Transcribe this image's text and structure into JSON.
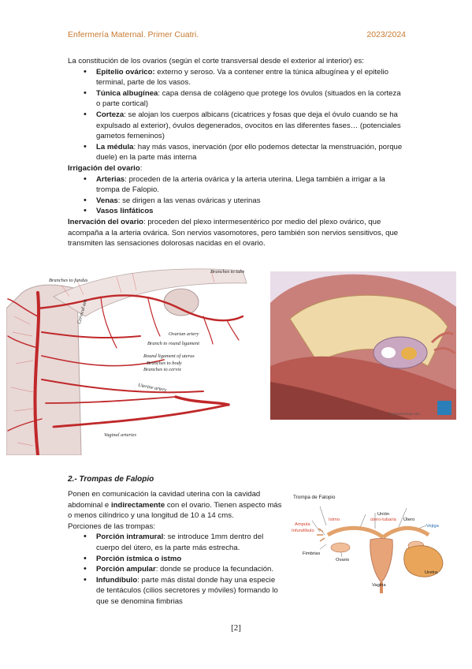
{
  "header": {
    "left": "Enfermería Maternal. Primer Cuatri.",
    "right": "2023/2024"
  },
  "intro": "La constitución de los ovarios (según el corte transversal desde el exterior al interior) es:",
  "layers": [
    {
      "term": "Epitelio ovárico:",
      "text": " externo y seroso. Va a contener entre la túnica albugínea y el epitelio terminal, parte de los vasos."
    },
    {
      "term": "Túnica albugínea",
      "text": ": capa densa de colágeno que protege los óvulos (situados en la corteza o parte cortical)"
    },
    {
      "term": "Corteza",
      "text": ": se alojan los cuerpos albicans (cicatrices y fosas que deja el óvulo cuando se ha expulsado al exterior), óvulos degenerados, ovocitos en las diferentes fases… (potenciales gametos femeninos)"
    },
    {
      "term": "La médula",
      "text": ": hay más vasos, inervación (por ello podemos detectar la menstruación, porque duele) en la parte más interna"
    }
  ],
  "irrigation": {
    "heading": "Irrigación del ovario",
    "heading_suffix": ":",
    "items": [
      {
        "term": "Arterias",
        "text": ": proceden de la arteria ovárica y la arteria uterina. Llega también a irrigar a la trompa de Falopio."
      },
      {
        "term": "Venas",
        "text": ": se dirigen a las venas ováricas y uterinas"
      },
      {
        "term": "Vasos linfáticos",
        "text": ""
      }
    ]
  },
  "innervation": {
    "term": "Inervación del ovario",
    "text": ": proceden del plexo intermesentérico por medio del plexo ovárico, que acompaña a la arteria ovárica. Son nervios vasomotores, pero también son nervios sensitivos, que transmiten las sensaciones dolorosas nacidas en el ovario."
  },
  "figure1_labels": {
    "branches_fundus": "Branches to fundus",
    "branches_tube": "Branches to tube",
    "ovarian_artery": "Ovarian artery",
    "branch_round": "Branch to round ligament",
    "round_ligament": "Round ligament of uterus",
    "branches_body": "Branches to body",
    "branches_cervix": "Branches to cervix",
    "cervical_ant": "Cervical ant.",
    "uterine_artery": "Uterine artery",
    "vaginal_arteries": "Vaginal arteries"
  },
  "figure2_watermark": "© www.kenhub.com",
  "section2": {
    "title": "2.- Trompas de Falopio",
    "intro": [
      "Ponen en comunicación la cavidad uterina con la cavidad abdominal e ",
      "indirectamente",
      " con el ovario. Tienen aspecto más o menos cilíndrico y una longitud de 10 a 14 cms."
    ],
    "portions_label": "Porciones de las trompas:",
    "portions": [
      {
        "term": "Porción intramural",
        "text": ": se introduce 1mm dentro del cuerpo del útero, es la parte más estrecha."
      },
      {
        "term": "Porción ístmica o istmo",
        "text": ""
      },
      {
        "term": "Porción ampular",
        "text": ": donde se produce la fecundación."
      },
      {
        "term": "Infundíbulo",
        "text": ": parte más distal donde hay una especie de tentáculos (cilios secretores y móviles) formando lo que se denomina fimbrias"
      }
    ]
  },
  "figure3_labels": {
    "title": "Trompa de Falopio",
    "union": "Unión",
    "istmo": "Istmo",
    "utero_tubaria": "útero-tubaria",
    "utero": "Útero",
    "ampula": "Ampula",
    "infundibulo": "Infundíbulo",
    "vejiga": "Vejiga",
    "fimbrias": "Fimbrias",
    "ovario": "Ovario",
    "uretra": "Uretra",
    "vagina": "Vagina"
  },
  "page_number": "[2]",
  "colors": {
    "header": "#c87a30",
    "artery": "#c0282a"
  }
}
